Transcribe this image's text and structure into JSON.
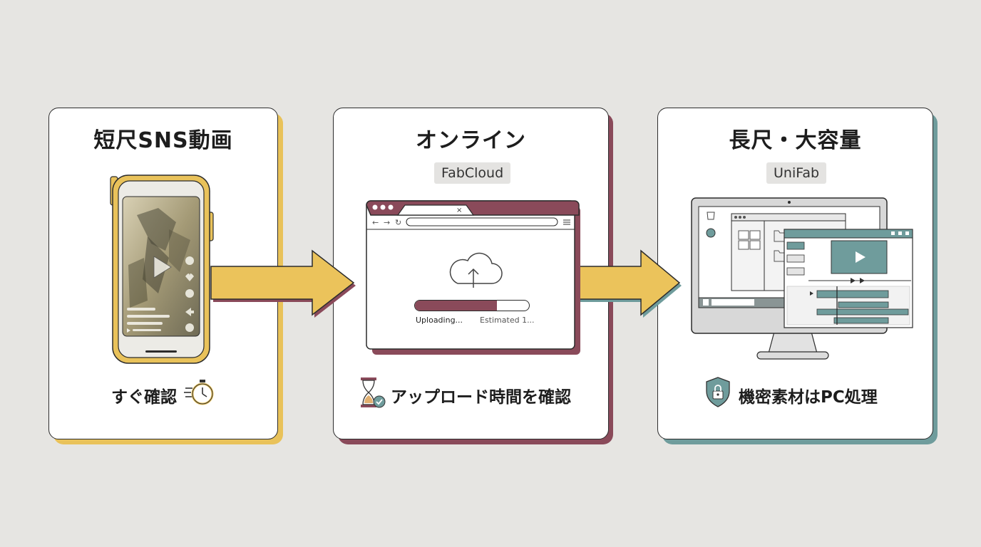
{
  "colors": {
    "yellow": "#e9c25a",
    "maroon": "#8a4a5a",
    "teal": "#6f9c9c",
    "background": "#e6e5e2"
  },
  "steps": [
    {
      "title": "短尺SNS動画",
      "caption": "すぐ確認",
      "icon": "stopwatch-icon",
      "illustration": "smartphone-video"
    },
    {
      "title": "オンライン",
      "badge": "FabCloud",
      "caption": "アップロード時間を確認",
      "icon": "hourglass-icon",
      "illustration": "browser-upload",
      "upload": {
        "status": "Uploading...",
        "estimate": "Estimated 1...",
        "progress": 0.72
      }
    },
    {
      "title": "長尺・大容量",
      "badge": "UniFab",
      "caption": "機密素材はPC処理",
      "icon": "shield-lock-icon",
      "illustration": "desktop-editor"
    }
  ]
}
